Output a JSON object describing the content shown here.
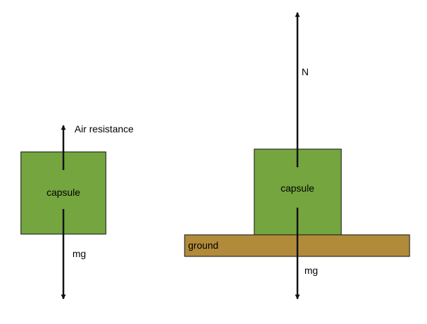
{
  "colors": {
    "capsule_fill": "#74a53f",
    "capsule_stroke": "#111111",
    "ground_fill": "#b18a3a",
    "ground_stroke": "#111111",
    "arrow": "#111111",
    "text": "#000000",
    "background": "#ffffff"
  },
  "left_diagram": {
    "capsule_label": "capsule",
    "up_force_label": "Air resistance",
    "down_force_label": "mg"
  },
  "right_diagram": {
    "capsule_label": "capsule",
    "ground_label": "ground",
    "up_force_label": "N",
    "down_force_label": "mg"
  }
}
